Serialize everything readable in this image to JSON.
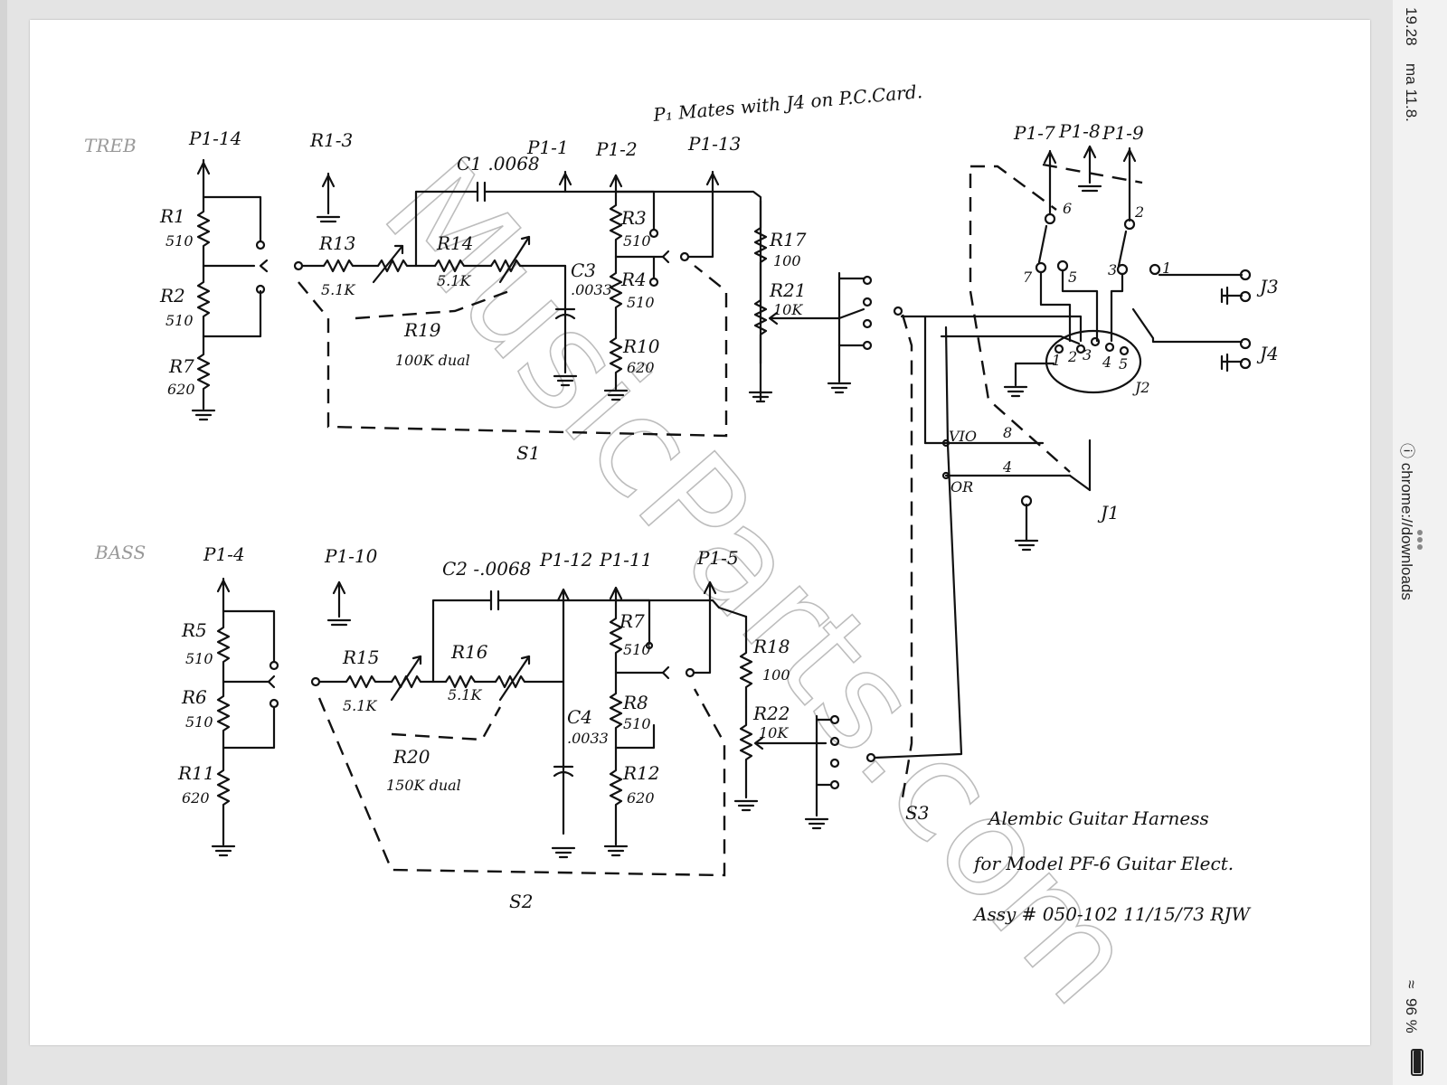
{
  "status_bar": {
    "time": "19.28",
    "date": "ma 11.8.",
    "url": "chrome://downloads",
    "url_icon": "info-circle-icon",
    "more_icon": "three-dots-icon",
    "wifi_icon": "wifi-icon",
    "battery_percent": "96 %",
    "battery_level": 0.96
  },
  "schematic": {
    "watermark": "MusicParts.com",
    "note_top": "P₁ Mates with J4 on P.C.Card.",
    "treble": {
      "section_label": "TREB",
      "pins": [
        "P1-14",
        "R1-3",
        "P1-1",
        "P1-2",
        "P1-13"
      ],
      "c1": "C1 .0068",
      "r1": "R1",
      "r1_val": "510",
      "r2": "R2",
      "r2_val": "510",
      "r7": "R7",
      "r7_val": "620",
      "r13": "R13",
      "r13_val": "5.1K",
      "r14": "R14",
      "r14_val": "5.1K",
      "r19": "R19",
      "r19_val": "100K dual",
      "c3": "C3",
      "c3_val": ".0033",
      "r3": "R3",
      "r3_val": "510",
      "r4": "R4",
      "r4_val": "510",
      "r10": "R10",
      "r10_val": "620",
      "r17": "R17",
      "r17_val": "100",
      "r21": "R21",
      "r21_val": "10K",
      "switch": "S1"
    },
    "bass": {
      "section_label": "BASS",
      "pins": [
        "P1-4",
        "P1-10",
        "P1-12",
        "P1-11",
        "P1-5"
      ],
      "c2": "C2 -.0068",
      "r5": "R5",
      "r5_val": "510",
      "r6": "R6",
      "r6_val": "510",
      "r11": "R11",
      "r11_val": "620",
      "r15": "R15",
      "r15_val": "5.1K",
      "r16": "R16",
      "r16_val": "5.1K",
      "r20": "R20",
      "r20_val": "150K dual",
      "c4": "C4",
      "c4_val": ".0033",
      "r7": "R7",
      "r7_val": "510",
      "r8": "R8",
      "r8_val": "510",
      "r12": "R12",
      "r12_val": "620",
      "r18": "R18",
      "r18_val": "100",
      "r22": "R22",
      "r22_val": "10K",
      "switch": "S2"
    },
    "right": {
      "pins": [
        "P1-7",
        "P1-8",
        "P1-9"
      ],
      "j3": "J3",
      "j4": "J4",
      "j2": "J2",
      "j1": "J1",
      "s3": "S3",
      "j2_pins": [
        "1",
        "2",
        "3",
        "4",
        "5"
      ],
      "switch_pins": [
        "6",
        "2",
        "7",
        "5",
        "3",
        "1"
      ],
      "j1_pins": [
        "VIO",
        "8",
        "4",
        "OR"
      ]
    },
    "title_block": {
      "line1": "Alembic    Guitar Harness",
      "line2": "for Model PF-6 Guitar Elect.",
      "line3": "Assy # 050-102   11/15/73   RJW"
    }
  }
}
